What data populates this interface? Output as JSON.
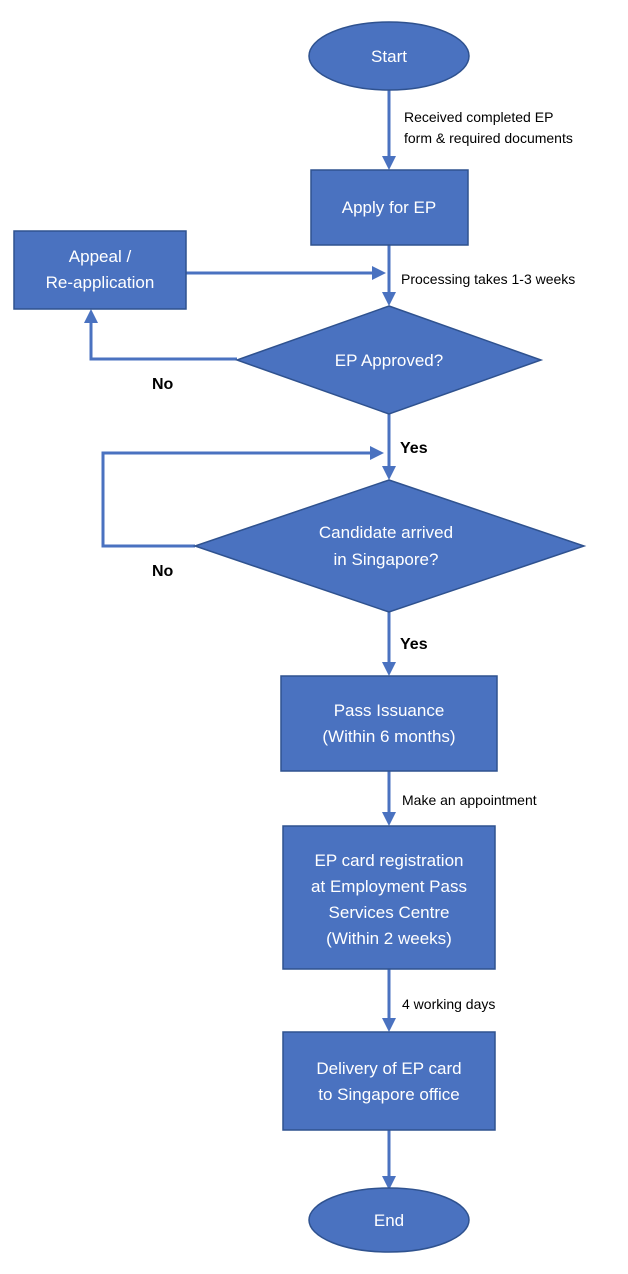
{
  "nodes": {
    "start": {
      "lines": [
        "Start"
      ]
    },
    "apply": {
      "lines": [
        "Apply for EP"
      ]
    },
    "appeal": {
      "lines": [
        "Appeal /",
        "Re-application"
      ]
    },
    "ep_approved": {
      "lines": [
        "EP Approved?"
      ]
    },
    "candidate_arrived": {
      "lines": [
        "Candidate arrived",
        "in Singapore?"
      ]
    },
    "pass_issuance": {
      "lines": [
        "Pass Issuance",
        "(Within 6 months)"
      ]
    },
    "card_registration": {
      "lines": [
        "EP card registration",
        "at Employment Pass",
        "Services Centre",
        "(Within 2 weeks)"
      ]
    },
    "delivery": {
      "lines": [
        "Delivery of EP card",
        "to Singapore office"
      ]
    },
    "end": {
      "lines": [
        "End"
      ]
    }
  },
  "edge_labels": {
    "received": [
      "Received completed EP",
      "form & required documents"
    ],
    "processing": [
      "Processing takes 1-3 weeks"
    ],
    "appointment": [
      "Make an appointment"
    ],
    "working_days": [
      "4 working days"
    ]
  },
  "branch_labels": {
    "approved_no": "No",
    "approved_yes": "Yes",
    "arrived_no": "No",
    "arrived_yes": "Yes"
  },
  "colors": {
    "node_fill": "#4a72c0",
    "node_stroke": "#2f528f",
    "connector": "#4a72c0"
  }
}
